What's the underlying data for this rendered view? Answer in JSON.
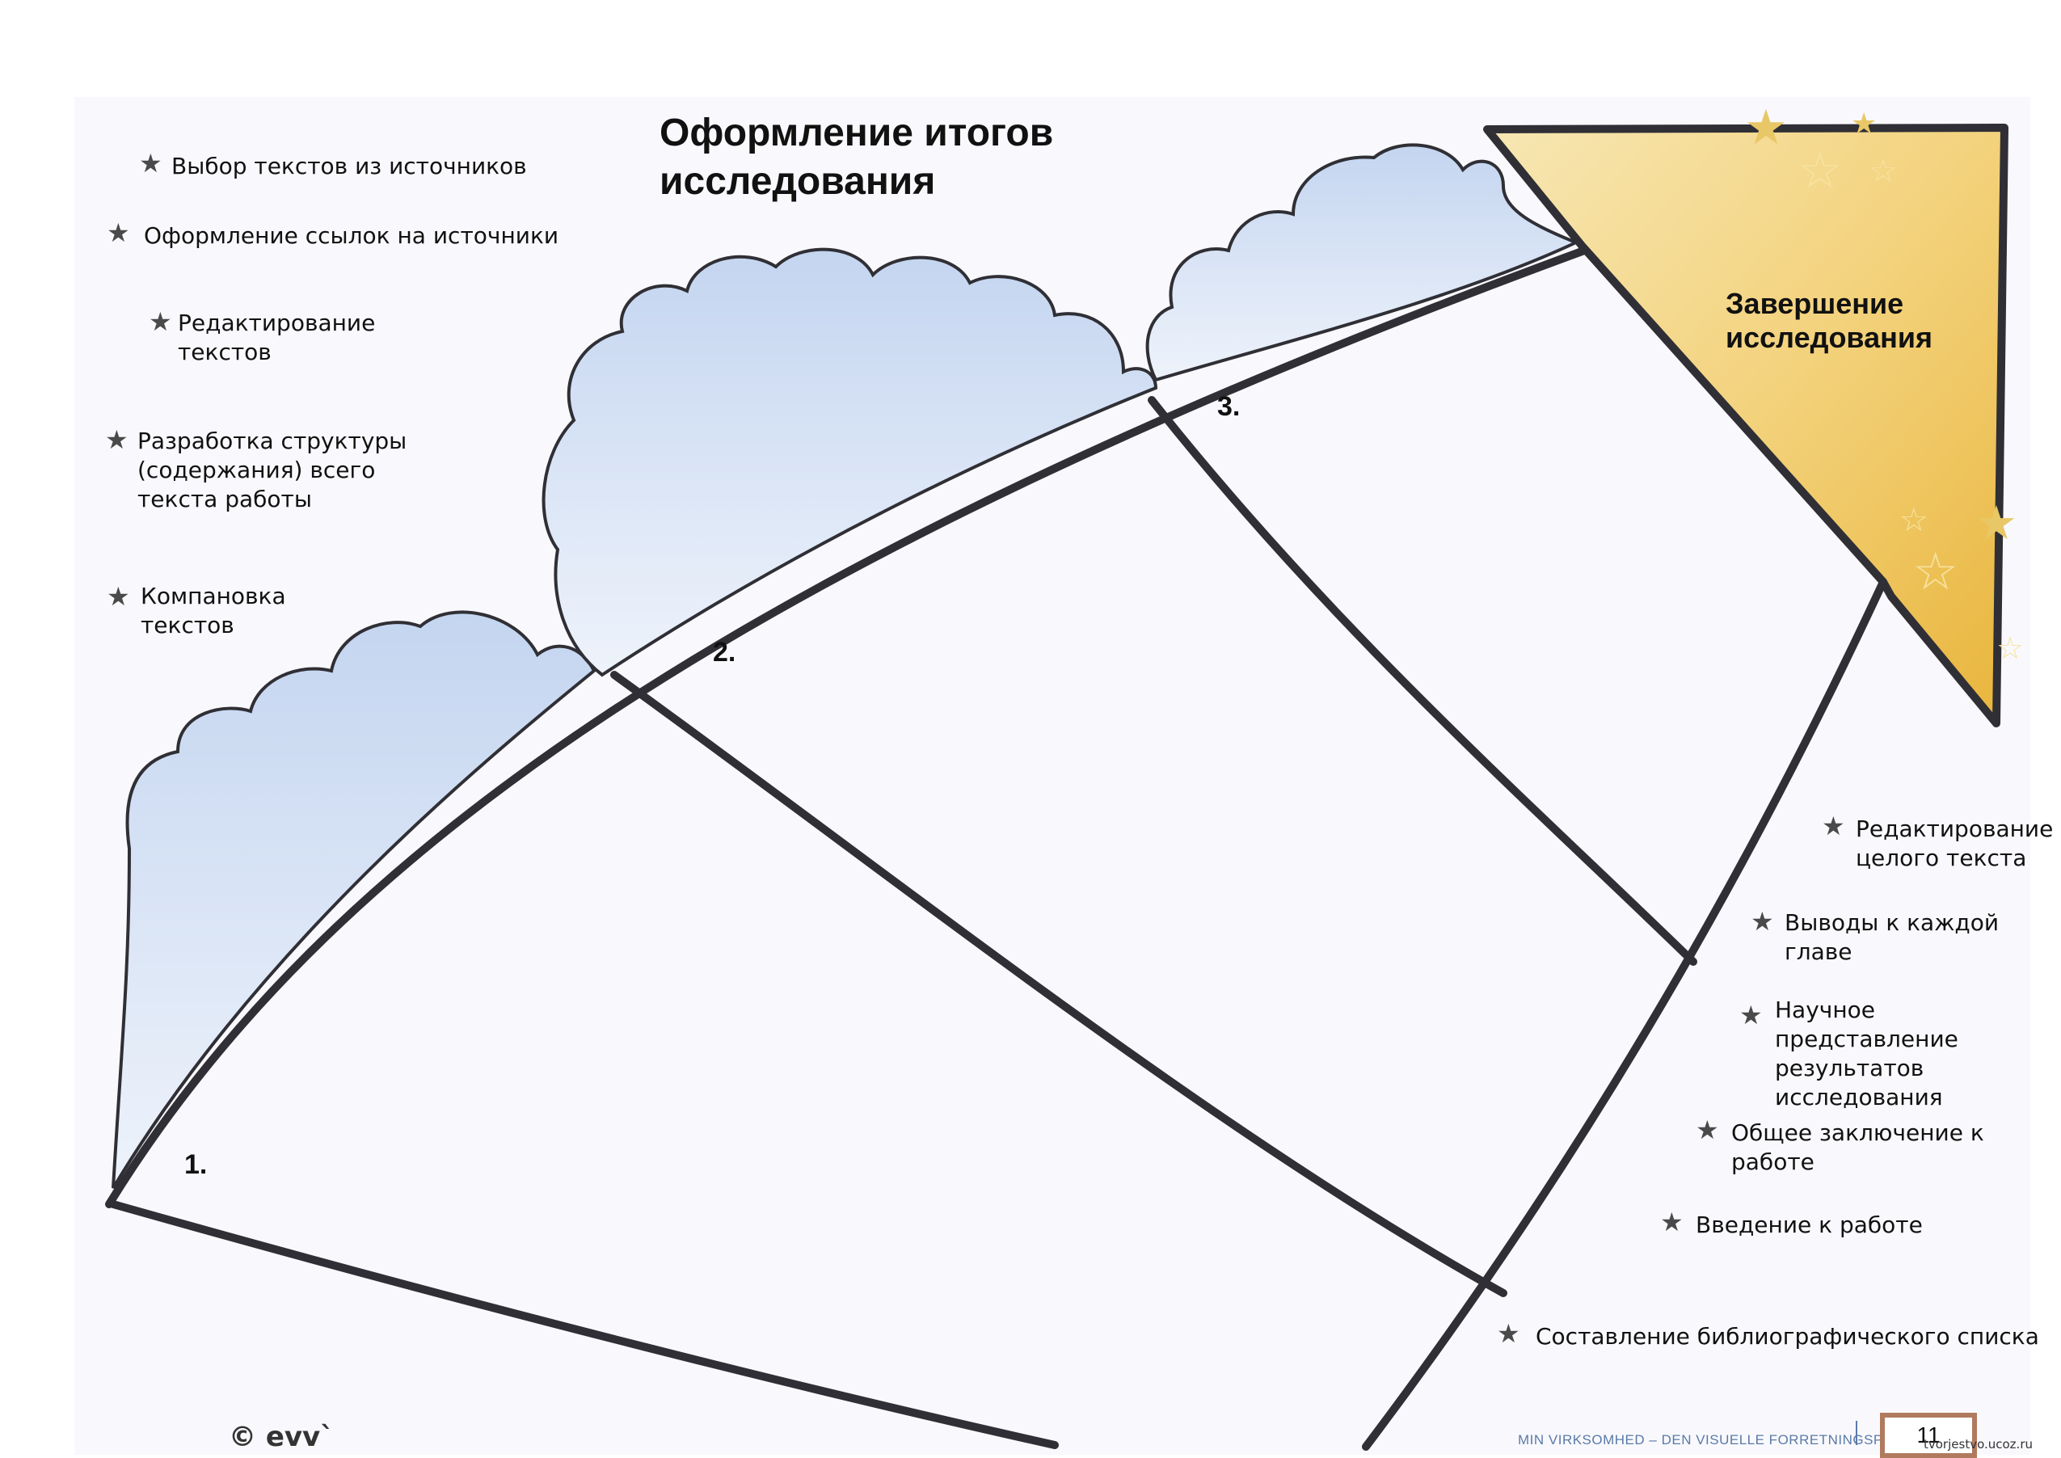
{
  "title": "Оформление итогов\nисследования",
  "finish_label": "Завершение\nисследования",
  "stages": [
    "1.",
    "2.",
    "3."
  ],
  "left_tasks": [
    "Выбор текстов из источников",
    "Оформление ссылок на источники",
    "Редактирование\nтекстов",
    "Разработка структуры\n(содержания) всего\nтекста работы",
    "Компановка\nтекстов"
  ],
  "right_tasks": [
    "Редактирование\nцелого текста",
    "Выводы к каждой\nглаве",
    "Научное представление\nрезультатов\nисследования",
    "Общее заключение к\nработе",
    "Введение к работе",
    "Составление библиографического списка"
  ],
  "footer": {
    "copyright": "© evv`",
    "book_title": "MIN VIRKSOMHED – DEN VISUELLE FORRETNINGSPLAN",
    "page_number": "11",
    "watermark": "tvorjestvo.ucoz.ru"
  },
  "colors": {
    "cloud_fill": "#d6e2f5",
    "goal_fill": "#f0c45a",
    "line": "#2f2f35",
    "star": "#4a4a4a"
  }
}
